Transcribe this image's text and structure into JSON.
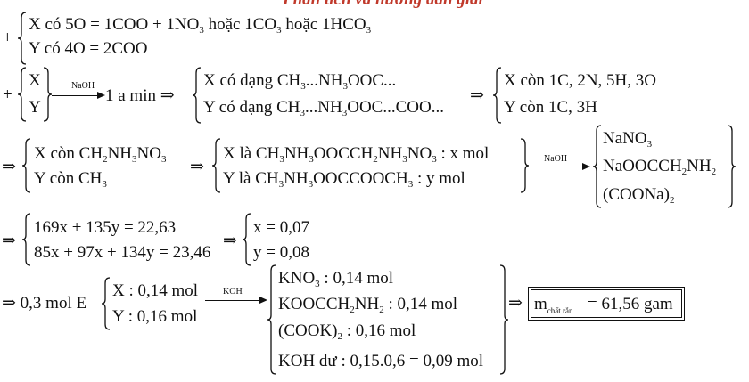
{
  "title": "Phân tích và hướng dẫn giải",
  "step1": {
    "prefix": "+",
    "lines": [
      "X có 5O = 1COO + 1NO_{3} hoặc 1CO_{3} hoặc 1HCO_{3}",
      "Y có 4O = 2COO"
    ]
  },
  "step2": {
    "prefix": "+",
    "reactants": [
      "X",
      "Y"
    ],
    "reagent": "NaOH",
    "product": "1 a min ⇒",
    "forms": [
      "X có dạng CH_{3}...NH_{3}OOC...",
      "Y có dạng CH_{3}...NH_{3}OOC...COO..."
    ],
    "implies": "⇒",
    "remain": [
      "X còn 1C, 2N, 5H, 3O",
      "Y còn 1C, 3H"
    ]
  },
  "step3": {
    "implies": "⇒",
    "remain": [
      "X còn CH_{2}NH_{3}NO_{3}",
      "Y còn CH_{3}"
    ],
    "implies2": "⇒",
    "identity": [
      "X là CH_{3}NH_{3}OOCCH_{2}NH_{3}NO_{3} : x mol",
      "Y là CH_{3}NH_{3}OOCCOOCH_{3} : y mol"
    ],
    "reagent": "NaOH",
    "products": [
      "NaNO_{3}",
      "NaOOCCH_{2}NH_{2}",
      "(COONa)_{2}"
    ]
  },
  "step4": {
    "implies": "⇒",
    "equations": [
      "169x + 135y = 22,63",
      "85x + 97x + 134y = 23,46"
    ],
    "implies2": "⇒",
    "solution": [
      "x = 0,07",
      "y = 0,08"
    ]
  },
  "step5": {
    "prefix": "⇒ 0,3 mol E",
    "components": [
      "X : 0,14 mol",
      "Y : 0,16 mol"
    ],
    "reagent": "KOH",
    "products": [
      "KNO_{3} : 0,14 mol",
      "KOOCCH_{2}NH_{2} : 0,14 mol",
      "(COOK)_{2} : 0,16 mol",
      "KOH dư : 0,15.0,6 = 0,09 mol"
    ],
    "implies": "⇒",
    "result_symbol": "m",
    "result_subscript": "chất rắn",
    "result_value": "= 61,56 gam"
  }
}
